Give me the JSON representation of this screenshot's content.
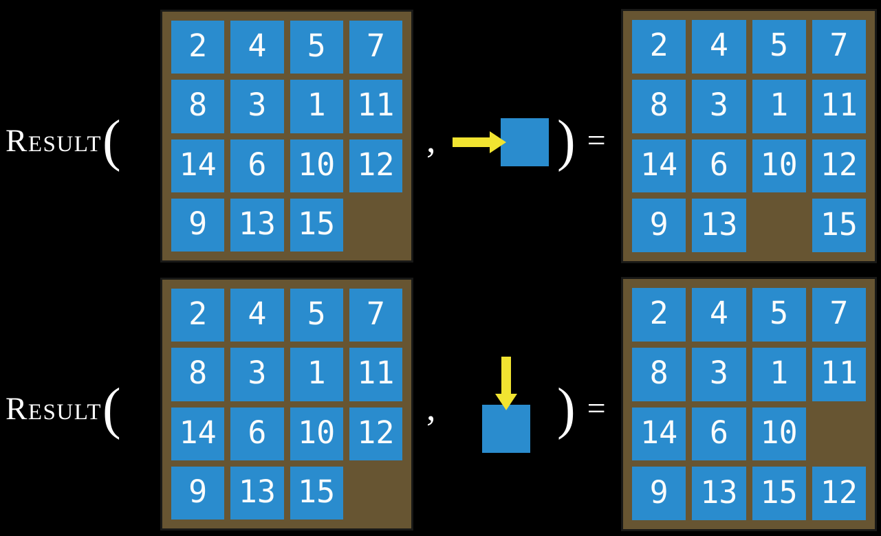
{
  "background": "#000000",
  "colors": {
    "tile_blue": "#2A8CCE",
    "board_brown": "#675532",
    "board_border": "#191917",
    "arrow_yellow": "#F1E431",
    "text": "#FFFFFF"
  },
  "equations": [
    {
      "function_label": "Result",
      "open_paren": "(",
      "comma": ",",
      "close_paren": ")",
      "equals": "=",
      "move_direction": "right",
      "move_icon": "right-arrow-into-tile",
      "input_board": {
        "rows": [
          [
            "2",
            "4",
            "5",
            "7"
          ],
          [
            "8",
            "3",
            "1",
            "11"
          ],
          [
            "14",
            "6",
            "10",
            "12"
          ],
          [
            "9",
            "13",
            "15",
            ""
          ]
        ]
      },
      "output_board": {
        "rows": [
          [
            "2",
            "4",
            "5",
            "7"
          ],
          [
            "8",
            "3",
            "1",
            "11"
          ],
          [
            "14",
            "6",
            "10",
            "12"
          ],
          [
            "9",
            "13",
            "",
            "15"
          ]
        ]
      }
    },
    {
      "function_label": "Result",
      "open_paren": "(",
      "comma": ",",
      "close_paren": ")",
      "equals": "=",
      "move_direction": "down",
      "move_icon": "down-arrow-into-tile",
      "input_board": {
        "rows": [
          [
            "2",
            "4",
            "5",
            "7"
          ],
          [
            "8",
            "3",
            "1",
            "11"
          ],
          [
            "14",
            "6",
            "10",
            "12"
          ],
          [
            "9",
            "13",
            "15",
            ""
          ]
        ]
      },
      "output_board": {
        "rows": [
          [
            "2",
            "4",
            "5",
            "7"
          ],
          [
            "8",
            "3",
            "1",
            "11"
          ],
          [
            "14",
            "6",
            "10",
            ""
          ],
          [
            "9",
            "13",
            "15",
            "12"
          ]
        ]
      }
    }
  ]
}
